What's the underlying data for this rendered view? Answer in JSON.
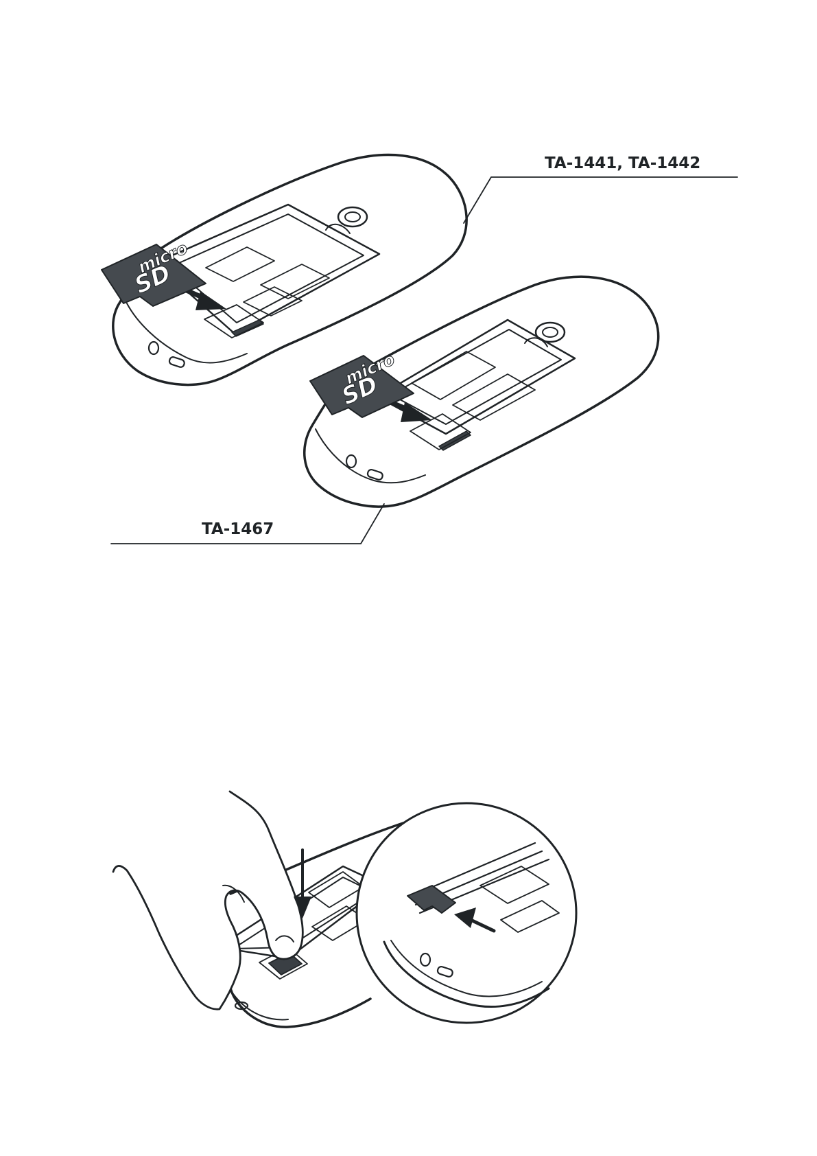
{
  "figure_top": {
    "label_upper": "TA-1441, TA-1442",
    "label_lower": "TA-1467",
    "card_text_line1": "micro",
    "card_text_line2": "SD"
  },
  "colors": {
    "line": "#1f2326",
    "card_fill": "#454a4f",
    "slot_dark": "#3a3f44",
    "background": "#ffffff"
  }
}
